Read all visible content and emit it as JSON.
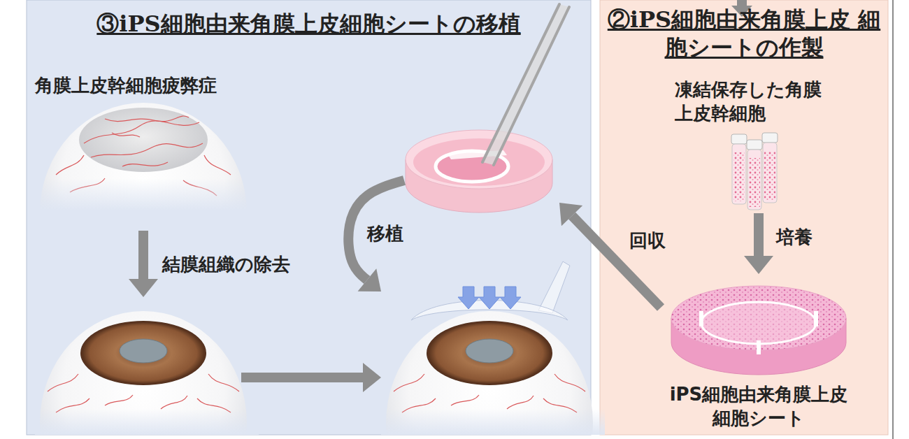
{
  "diagram": {
    "nodes": [
      {
        "text": [
          "③iPS細胞由来角膜上皮細胞シートの移植"
        ]
      },
      {
        "text": [
          "角膜上皮幹細胞疲弊症"
        ],
        "in": 0
      },
      {
        "text": [],
        "in": 0
      },
      {
        "text": [],
        "in": 0
      },
      {
        "text": [],
        "in": 0
      },
      {
        "text": [
          "②iPS細胞由来角膜上皮 細胞シートの作製"
        ]
      },
      {
        "text": [
          "凍結保存した角膜 上皮幹細胞"
        ],
        "in": 5
      },
      {
        "text": [
          "iPS細胞由来角膜上皮 細胞シート"
        ],
        "in": 5
      }
    ],
    "edges": [
      {
        "from": 1,
        "to": 2,
        "arrow": "to",
        "label": "結膜組織の除去"
      },
      {
        "from": 2,
        "to": 4,
        "arrow": "to"
      },
      {
        "from": 3,
        "to": 4,
        "arrow": "to",
        "label": "移植"
      },
      {
        "from": 7,
        "to": 3,
        "arrow": "to",
        "label": "回収"
      },
      {
        "from": 6,
        "to": 7,
        "arrow": "to",
        "label": "培養"
      }
    ]
  }
}
